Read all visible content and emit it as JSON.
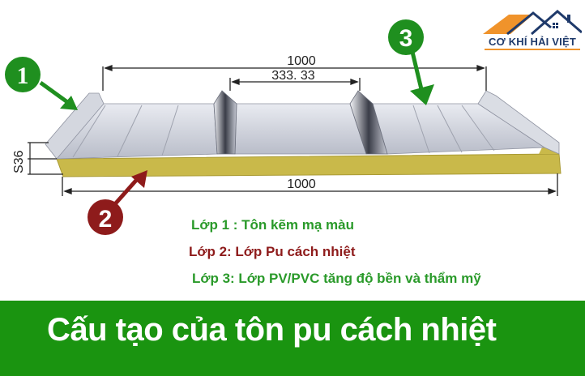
{
  "logo": {
    "text": "CƠ KHÍ HẢI VIỆT",
    "roof_colors": {
      "orange": "#f0932b",
      "navy": "#1f3a6b"
    }
  },
  "diagram": {
    "subject": "Sandwich PU insulated roofing panel cross-section",
    "dimensions": {
      "top_overall": "1000",
      "rib_spacing": "333. 33",
      "bottom_overall": "1000",
      "thickness": "S36"
    },
    "markers": [
      {
        "number": "1",
        "color": "#1f8f1f",
        "target": "top metal sheet"
      },
      {
        "number": "2",
        "color": "#8e1b1b",
        "target": "PU foam core"
      },
      {
        "number": "3",
        "color": "#1f8f1f",
        "target": "surface film layer"
      }
    ],
    "colors": {
      "metal": "#c9ccd6",
      "foam": "#c9b94a",
      "dimension_line": "#222222"
    }
  },
  "legend": {
    "items": [
      {
        "label": "Lớp 1 : Tôn kẽm mạ màu",
        "color": "#2a9a2a"
      },
      {
        "label": "Lớp 2: Lớp Pu cách nhiệt",
        "color": "#8e1b1b"
      },
      {
        "label": "Lớp 3: Lớp PV/PVC tăng độ bền và thẩm mỹ",
        "color": "#2a9a2a"
      }
    ]
  },
  "banner": {
    "title": "Cấu tạo của tôn pu cách nhiệt",
    "background": "#1a9410",
    "text_color": "#ffffff"
  }
}
